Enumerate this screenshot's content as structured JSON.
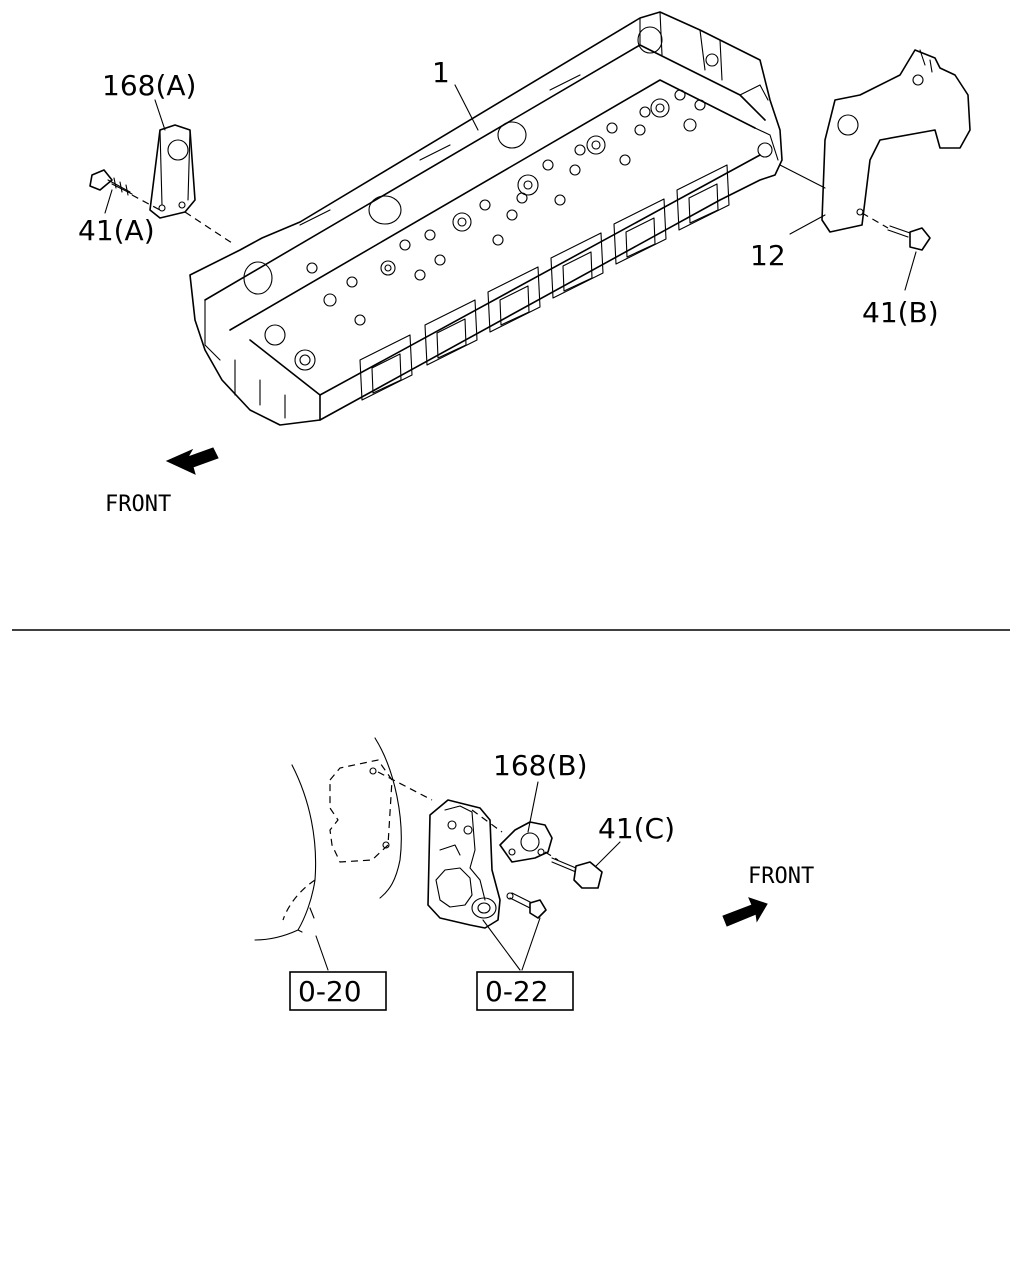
{
  "callouts": {
    "part_1": "1",
    "part_12": "12",
    "part_168a": "168(A)",
    "part_168b": "168(B)",
    "part_41a": "41(A)",
    "part_41b": "41(B)",
    "part_41c": "41(C)"
  },
  "directions": {
    "front_top": "FRONT",
    "front_bottom": "FRONT"
  },
  "references": {
    "ref_0_20": "0-20",
    "ref_0_22": "0-22"
  }
}
